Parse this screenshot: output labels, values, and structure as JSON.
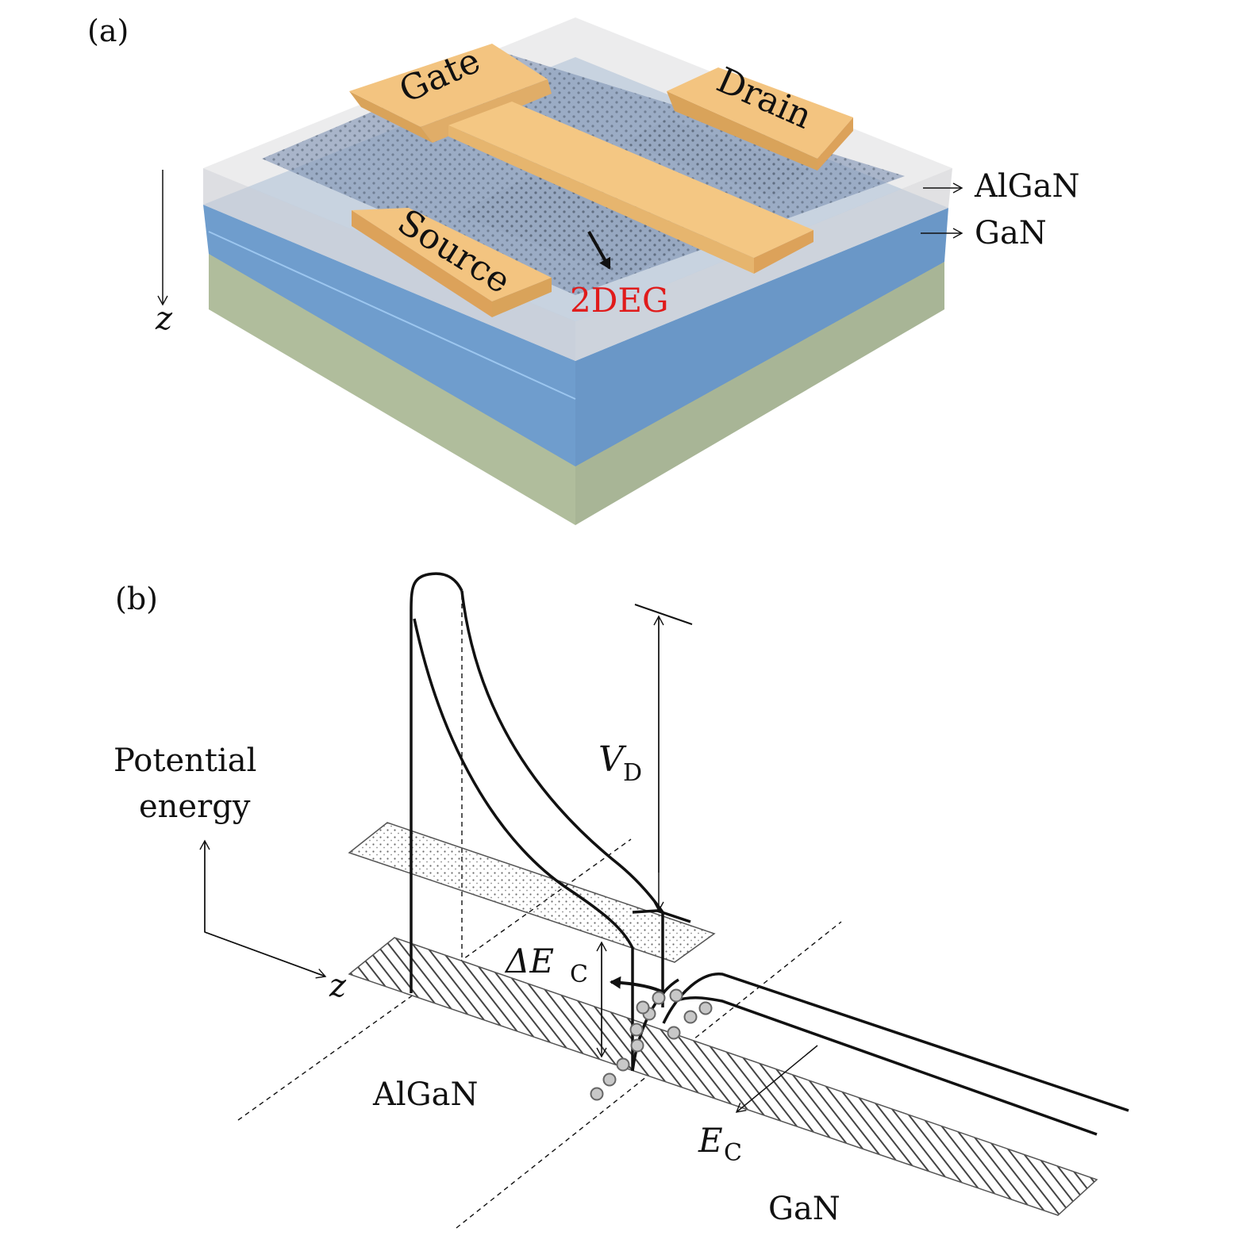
{
  "panel_a": {
    "label": "(a)",
    "gate_label": "Gate",
    "drain_label": "Drain",
    "source_label": "Source",
    "channel_label": "2DEG",
    "layer_top": "AlGaN",
    "layer_bottom": "GaN",
    "axis_label": "z"
  },
  "panel_b": {
    "label": "(b)",
    "y_axis_line1": "Potential",
    "y_axis_line2": "energy",
    "axis_label": "z",
    "vd_main": "V",
    "vd_sub": "D",
    "dec_main": "ΔE",
    "dec_sub": "C",
    "ec_main": "E",
    "ec_sub": "C",
    "region_left": "AlGaN",
    "region_right": "GaN"
  },
  "colors": {
    "electrode": "#f2c27e",
    "electrode_dark": "#d9a35a",
    "algan_layer": "#d9d9dc",
    "gan_layer": "#6f9ccb",
    "substrate": "#b3bfa2",
    "channel_text": "#e01b1b"
  }
}
